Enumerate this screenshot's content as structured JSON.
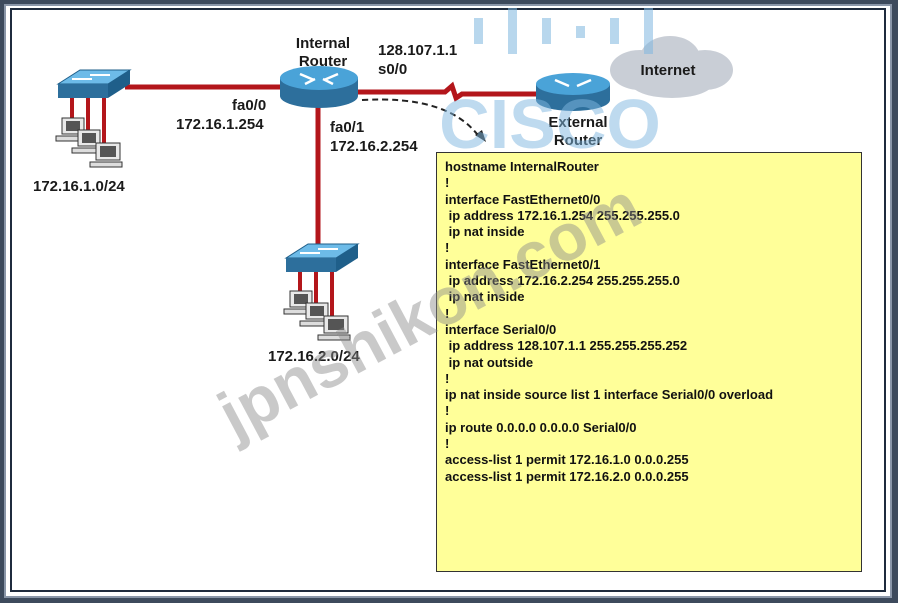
{
  "diagram": {
    "internal_router_label": [
      "Internal",
      "Router"
    ],
    "external_router_label": [
      "External",
      "Router"
    ],
    "internet_label": "Internet",
    "s0_ip": "128.107.1.1",
    "s0_name": "s0/0",
    "fa00_name": "fa0/0",
    "fa00_ip": "172.16.1.254",
    "fa01_name": "fa0/1",
    "fa01_ip": "172.16.2.254",
    "lan1": "172.16.1.0/24",
    "lan2": "172.16.2.0/24"
  },
  "config_lines": [
    "hostname InternalRouter",
    "!",
    "interface FastEthernet0/0",
    " ip address 172.16.1.254 255.255.255.0",
    " ip nat inside",
    "!",
    "interface FastEthernet0/1",
    " ip address 172.16.2.254 255.255.255.0",
    " ip nat inside",
    "!",
    "interface Serial0/0",
    " ip address 128.107.1.1 255.255.255.252",
    " ip nat outside",
    "!",
    "ip nat inside source list 1 interface Serial0/0 overload",
    "!",
    "ip route 0.0.0.0 0.0.0.0 Serial0/0",
    "!",
    "access-list 1 permit 172.16.1.0 0.0.0.255",
    "access-list 1 permit 172.16.2.0 0.0.0.255"
  ],
  "watermarks": {
    "brand": "CISCO",
    "site": "jpnshikon.com"
  },
  "colors": {
    "link": "#b3161b",
    "config_bg": "#ffff99",
    "router": "#3d8fc4",
    "switch": "#3d8fc4"
  }
}
